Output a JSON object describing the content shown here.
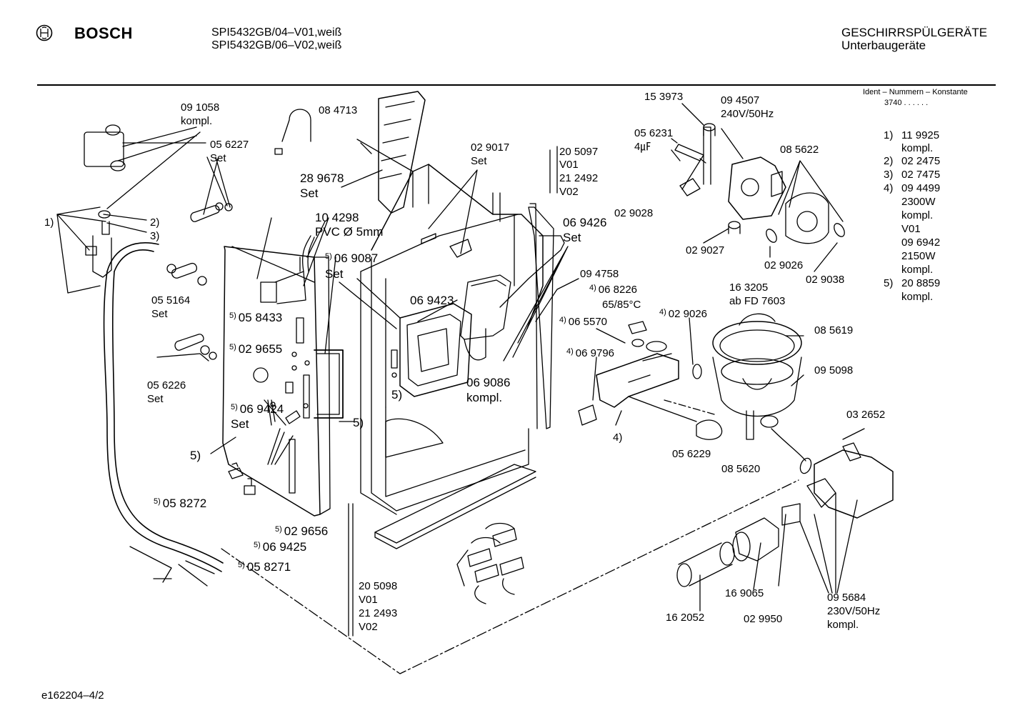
{
  "header": {
    "brand": "BOSCH",
    "model_line_1": "SPI5432GB/04–V01,weiß",
    "model_line_2": "SPI5432GB/06–V02,weiß",
    "category": "GESCHIRRSPÜLGERÄTE",
    "subcategory": "Unterbaugeräte",
    "ident_title": "Ident – Nummern – Konstante",
    "ident_value": "3740  .  .  .  .  .  ."
  },
  "footer": {
    "drawing_id": "e162204–4/2"
  },
  "ident_list": [
    {
      "n": "1)",
      "lines": [
        "11 9925",
        "kompl."
      ]
    },
    {
      "n": "2)",
      "lines": [
        "02 2475"
      ]
    },
    {
      "n": "3)",
      "lines": [
        "02 7475"
      ]
    },
    {
      "n": "4)",
      "lines": [
        "09 4499",
        "2300W",
        "kompl.",
        "V01",
        "09 6942",
        "2150W",
        "kompl."
      ]
    },
    {
      "n": "5)",
      "lines": [
        "20 8859",
        "kompl."
      ]
    }
  ],
  "labels": {
    "p091058": "09 1058",
    "p091058b": "kompl.",
    "p084713": "08 4713",
    "p056227": "05 6227",
    "p056227b": "Set",
    "p289678": "28 9678",
    "p289678b": "Set",
    "p104298": "10 4298",
    "p104298b": "PVC Ø 5mm",
    "p069087": "06 9087",
    "p069087b": "Set",
    "p029017": "02 9017",
    "p029017b": "Set",
    "p205097": "20 5097",
    "p205097b": "V01",
    "p205097c": "21 2492",
    "p205097d": "V02",
    "p1": "1)",
    "p2": "2)",
    "p3": "3)",
    "p055164": "05 5164",
    "p055164b": "Set",
    "p058433": "05 8433",
    "p029655": "02 9655",
    "p056226": "05 6226",
    "p056226b": "Set",
    "p069424": "06 9424",
    "p069424b": "Set",
    "p5a": "5)",
    "p5b": "5)",
    "p5c": "5)",
    "p069423": "06 9423",
    "p069426": "06 9426",
    "p069426b": "Set",
    "p069086": "06 9086",
    "p069086b": "kompl.",
    "p058272": "05 8272",
    "p029656": "02 9656",
    "p069425": "06 9425",
    "p058271": "05 8271",
    "p205098": "20 5098",
    "p205098b": "V01",
    "p205098c": "21 2493",
    "p205098d": "V02",
    "p153973": "15 3973",
    "p094507": "09 4507",
    "p094507b": "240V/50Hz",
    "p056231": "05 6231",
    "p056231b": "4㎌",
    "p085622": "08 5622",
    "p029028": "02 9028",
    "p029027": "02 9027",
    "p029026a": "02 9026",
    "p029038": "02 9038",
    "p094758": "09 4758",
    "p068226": "06 8226",
    "p068226b": "65/85°C",
    "p065570": "06 5570",
    "p029026b": "02 9026",
    "p163205": "16 3205",
    "p163205b": "ab FD 7603",
    "p069796": "06 9796",
    "p085619": "08 5619",
    "p095098": "09 5098",
    "p4": "4)",
    "p032652": "03 2652",
    "p056229": "05 6229",
    "p085620": "08 5620",
    "p169065": "16 9065",
    "p162052": "16 2052",
    "p029950": "02 9950",
    "p095684": "09 5684",
    "p095684b": "230V/50Hz",
    "p095684c": "kompl."
  },
  "sup": {
    "five": "5)",
    "four": "4)"
  }
}
